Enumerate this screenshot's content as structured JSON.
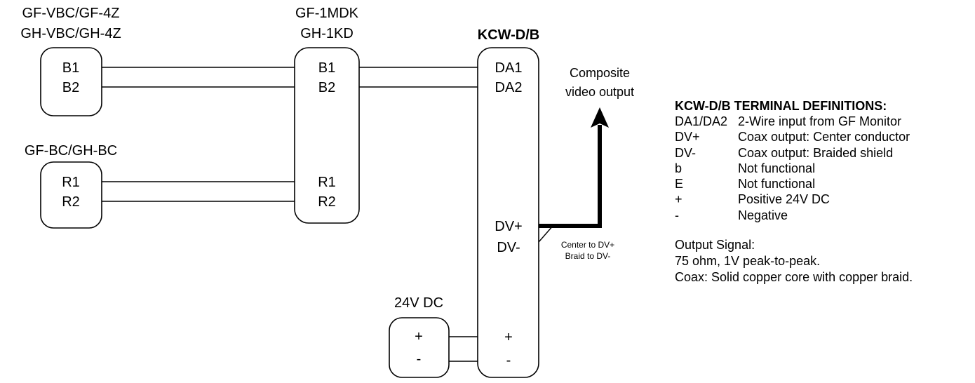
{
  "devices": {
    "gf_vbc": {
      "labels": [
        "GF-VBC/GF-4Z",
        "GH-VBC/GH-4Z"
      ],
      "terminals": [
        "B1",
        "B2"
      ]
    },
    "gf_bc": {
      "label": "GF-BC/GH-BC",
      "terminals": [
        "R1",
        "R2"
      ]
    },
    "gf_1mdk": {
      "labels": [
        "GF-1MDK",
        "GH-1KD"
      ],
      "terminals": [
        "B1",
        "B2",
        "R1",
        "R2"
      ]
    },
    "kcw": {
      "label": "KCW-D/B",
      "terminals": [
        "DA1",
        "DA2",
        "DV+",
        "DV-",
        "+",
        "-"
      ]
    },
    "psu": {
      "label": "24V DC",
      "terminals": [
        "+",
        "-"
      ]
    }
  },
  "composite_output": [
    "Composite",
    "video output"
  ],
  "coax_note": [
    "Center to DV+",
    "Braid to DV-"
  ],
  "definitions": {
    "title": "KCW-D/B TERMINAL DEFINITIONS:",
    "rows": [
      {
        "term": "DA1/DA2",
        "desc": "2-Wire input from GF Monitor"
      },
      {
        "term": "DV+",
        "desc": "Coax output: Center conductor"
      },
      {
        "term": "DV-",
        "desc": "Coax output: Braided shield"
      },
      {
        "term": "b",
        "desc": "Not functional"
      },
      {
        "term": "E",
        "desc": "Not functional"
      },
      {
        "term": "+",
        "desc": "Positive 24V DC"
      },
      {
        "term": "-",
        "desc": "Negative"
      }
    ]
  },
  "output_signal": {
    "heading": "Output Signal:",
    "lines": [
      "75 ohm, 1V peak-to-peak.",
      "Coax: Solid copper core with copper braid."
    ]
  },
  "colors": {
    "line": "#000000",
    "background": "#ffffff"
  }
}
